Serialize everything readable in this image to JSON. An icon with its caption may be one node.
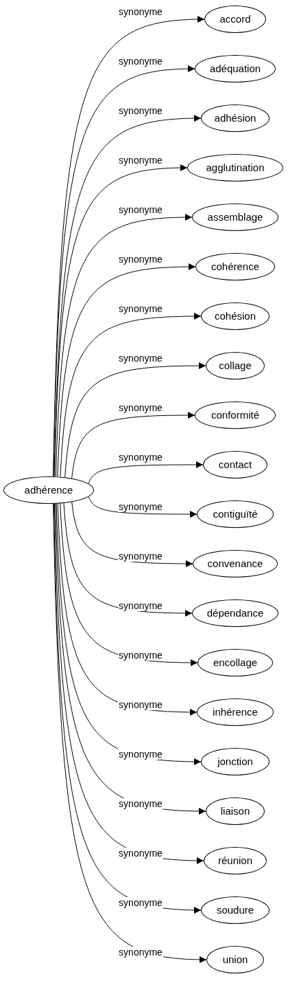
{
  "diagram": {
    "nodes": [
      {
        "text": [
          "adhérence"
        ]
      },
      {
        "text": [
          "accord"
        ]
      },
      {
        "text": [
          "adéquation"
        ]
      },
      {
        "text": [
          "adhésion"
        ]
      },
      {
        "text": [
          "agglutination"
        ]
      },
      {
        "text": [
          "assemblage"
        ]
      },
      {
        "text": [
          "cohérence"
        ]
      },
      {
        "text": [
          "cohésion"
        ]
      },
      {
        "text": [
          "collage"
        ]
      },
      {
        "text": [
          "conformité"
        ]
      },
      {
        "text": [
          "contact"
        ]
      },
      {
        "text": [
          "contiguïté"
        ]
      },
      {
        "text": [
          "convenance"
        ]
      },
      {
        "text": [
          "dépendance"
        ]
      },
      {
        "text": [
          "encollage"
        ]
      },
      {
        "text": [
          "inhérence"
        ]
      },
      {
        "text": [
          "jonction"
        ]
      },
      {
        "text": [
          "liaison"
        ]
      },
      {
        "text": [
          "réunion"
        ]
      },
      {
        "text": [
          "soudure"
        ]
      },
      {
        "text": [
          "union"
        ]
      }
    ],
    "edges": [
      {
        "from": 0,
        "to": 1,
        "arrow": "to",
        "label": "synonyme"
      },
      {
        "from": 0,
        "to": 2,
        "arrow": "to",
        "label": "synonyme"
      },
      {
        "from": 0,
        "to": 3,
        "arrow": "to",
        "label": "synonyme"
      },
      {
        "from": 0,
        "to": 4,
        "arrow": "to",
        "label": "synonyme"
      },
      {
        "from": 0,
        "to": 5,
        "arrow": "to",
        "label": "synonyme"
      },
      {
        "from": 0,
        "to": 6,
        "arrow": "to",
        "label": "synonyme"
      },
      {
        "from": 0,
        "to": 7,
        "arrow": "to",
        "label": "synonyme"
      },
      {
        "from": 0,
        "to": 8,
        "arrow": "to",
        "label": "synonyme"
      },
      {
        "from": 0,
        "to": 9,
        "arrow": "to",
        "label": "synonyme"
      },
      {
        "from": 0,
        "to": 10,
        "arrow": "to",
        "label": "synonyme"
      },
      {
        "from": 0,
        "to": 11,
        "arrow": "to",
        "label": "synonyme"
      },
      {
        "from": 0,
        "to": 12,
        "arrow": "to",
        "label": "synonyme"
      },
      {
        "from": 0,
        "to": 13,
        "arrow": "to",
        "label": "synonyme"
      },
      {
        "from": 0,
        "to": 14,
        "arrow": "to",
        "label": "synonyme"
      },
      {
        "from": 0,
        "to": 15,
        "arrow": "to",
        "label": "synonyme"
      },
      {
        "from": 0,
        "to": 16,
        "arrow": "to",
        "label": "synonyme"
      },
      {
        "from": 0,
        "to": 17,
        "arrow": "to",
        "label": "synonyme"
      },
      {
        "from": 0,
        "to": 18,
        "arrow": "to",
        "label": "synonyme"
      },
      {
        "from": 0,
        "to": 19,
        "arrow": "to",
        "label": "synonyme"
      },
      {
        "from": 0,
        "to": 20,
        "arrow": "to",
        "label": "synonyme"
      }
    ]
  }
}
